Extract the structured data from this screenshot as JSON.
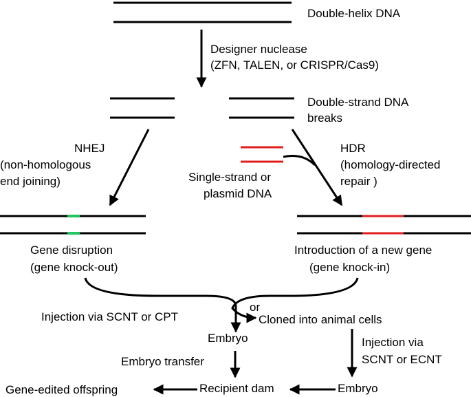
{
  "colors": {
    "line": "#000000",
    "nhej_mark": "#22c55e",
    "hdr_mark": "#e11d1d"
  },
  "labels": {
    "double_helix": "Double-helix DNA",
    "nuclease_line1": "Designer nuclease",
    "nuclease_line2": "(ZFN, TALEN, or CRISPR/Cas9)",
    "dsb_line1": "Double-strand DNA",
    "dsb_line2": "breaks",
    "nhej_line1": "NHEJ",
    "nhej_line2": "(non-homologous",
    "nhej_line3": "end joining)",
    "hdr_line1": "HDR",
    "hdr_line2": "(homology-directed",
    "hdr_line3": "repair )",
    "donor_line1": "Single-strand or",
    "donor_line2": "plasmid DNA",
    "disruption_line1": "Gene disruption",
    "disruption_line2": "(gene knock-out)",
    "introduction_line1": "Introduction of a new gene",
    "introduction_line2": "(gene knock-in)",
    "injection_scnt_cpt": "Injection via SCNT or CPT",
    "or": "or",
    "cloned": "Cloned into animal cells",
    "embryo_left": "Embryo",
    "injection_via": "Injection via",
    "scnt_ecnt": "SCNT or ECNT",
    "embryo_transfer": "Embryo transfer",
    "embryo_right": "Embryo",
    "offspring": "Gene-edited offspring",
    "recipient": "Recipient dam"
  }
}
